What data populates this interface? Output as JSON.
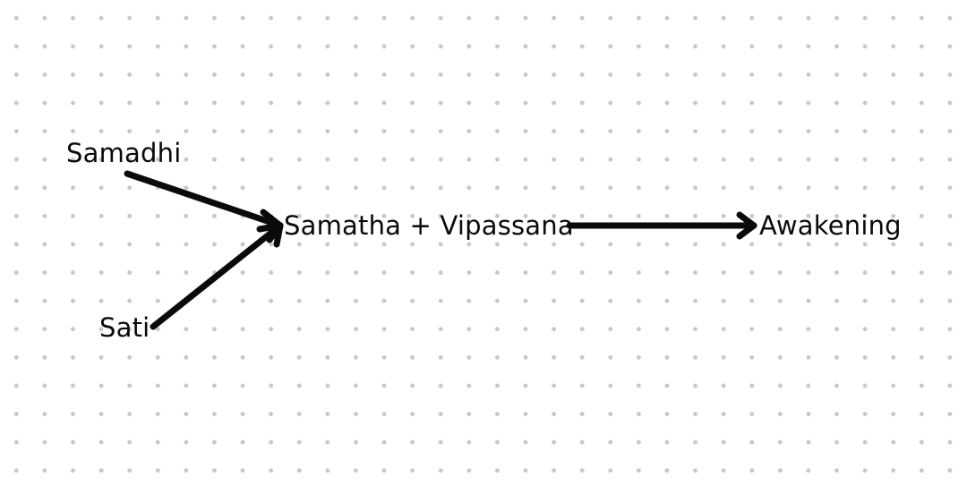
{
  "nodes": {
    "samadhi": "Samadhi",
    "sati": "Sati",
    "center": "Samatha + Vipassana",
    "awakening": "Awakening"
  },
  "colors": {
    "ink": "#0a0a0a",
    "background": "#ffffff",
    "grid_dot": "#c8c8c8"
  },
  "edges": [
    {
      "from": "samadhi",
      "to": "center"
    },
    {
      "from": "sati",
      "to": "center"
    },
    {
      "from": "center",
      "to": "awakening"
    }
  ]
}
